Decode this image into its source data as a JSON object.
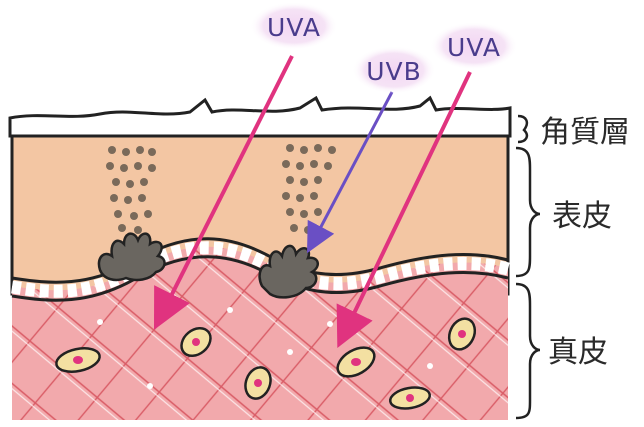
{
  "rays": [
    {
      "label": "UVA",
      "type": "long-wave"
    },
    {
      "label": "UVB",
      "type": "short-wave"
    },
    {
      "label": "UVA",
      "type": "long-wave"
    }
  ],
  "layers": {
    "stratum_corneum": "角質層",
    "epidermis": "表皮",
    "dermis": "真皮"
  },
  "colors": {
    "uva": "#e0337f",
    "uvb": "#6a4fc4",
    "label_glow": "#f0d4f0",
    "epidermis": "#f3c6a3",
    "dermis": "#f2a9ac",
    "dermis_fiber": "#e27070",
    "melanin": "#7a6a5a",
    "melanocyte": "#6a6660",
    "cell_fill": "#f3e0a2"
  }
}
